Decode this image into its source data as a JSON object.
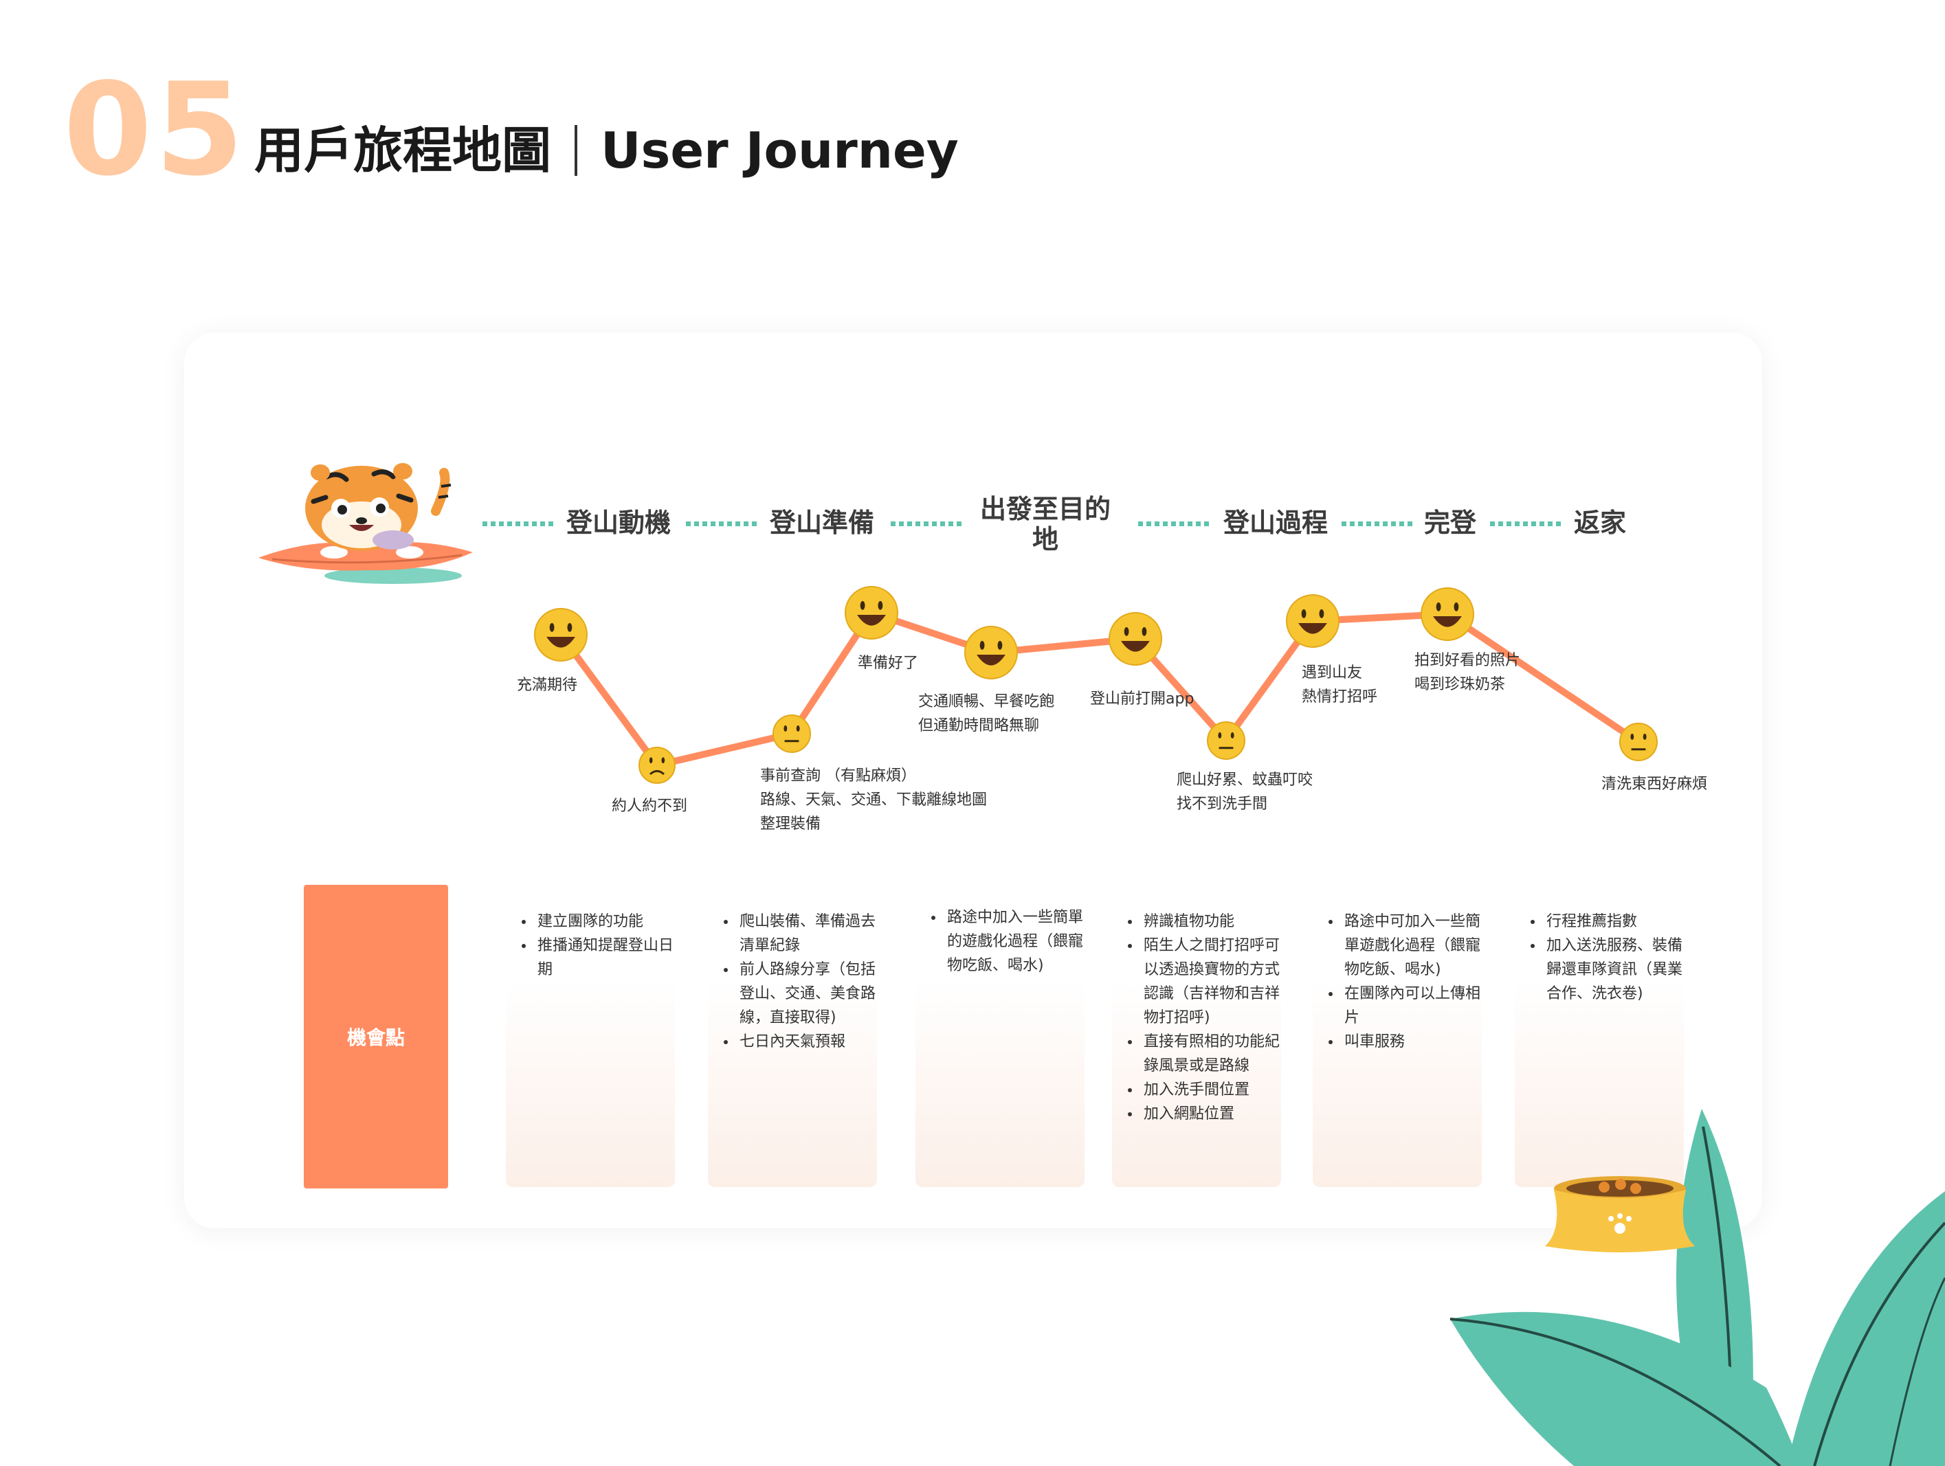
{
  "header": {
    "section_number": "05",
    "title_zh": "用戶旅程地圖",
    "title_en": "User Journey"
  },
  "stages": [
    "登山動機",
    "登山準備",
    "出發至目的\n地",
    "登山過程",
    "完登",
    "返家"
  ],
  "emotion_curve": {
    "points": [
      {
        "label": "充滿期待",
        "mood": "happy"
      },
      {
        "label": "約人約不到",
        "mood": "sad"
      },
      {
        "label": "事前查詢 （有點麻煩）\n路線、天氣、交通、下載離線地圖\n整理裝備",
        "mood": "neutral"
      },
      {
        "label": "準備好了",
        "mood": "happy"
      },
      {
        "label": "交通順暢、早餐吃飽\n但通勤時間略無聊",
        "mood": "happy"
      },
      {
        "label": "登山前打開app",
        "mood": "happy"
      },
      {
        "label": "爬山好累、蚊蟲叮咬\n找不到洗手間",
        "mood": "neutral"
      },
      {
        "label": "遇到山友\n熱情打招呼",
        "mood": "happy"
      },
      {
        "label": "拍到好看的照片\n喝到珍珠奶茶",
        "mood": "happy"
      },
      {
        "label": "清洗東西好麻煩",
        "mood": "neutral"
      }
    ],
    "line_color": "#ff8c61",
    "face_color": "#f7c531"
  },
  "opportunities": {
    "header": "機會點",
    "columns": [
      [
        "建立團隊的功能",
        "推播通知提醒登山日期"
      ],
      [
        "爬山裝備、準備過去清單紀錄",
        "前人路線分享（包括登山、交通、美食路線，直接取得)",
        "七日內天氣預報"
      ],
      [
        "路途中加入一些簡單的遊戲化過程（餵寵物吃飯、喝水)"
      ],
      [
        "辨識植物功能",
        "陌生人之間打招呼可以透過換寶物的方式認識（吉祥物和吉祥物打招呼)",
        "直接有照相的功能紀錄風景或是路線",
        "加入洗手間位置",
        "加入網點位置"
      ],
      [
        "路途中可加入一些簡單遊戲化過程（餵寵物吃飯、喝水)",
        "在團隊內可以上傳相片",
        "叫車服務"
      ],
      [
        "行程推薦指數",
        "加入送洗服務、裝備歸還車隊資訊（異業合作、洗衣卷)"
      ]
    ]
  },
  "colors": {
    "accent_orange": "#ff8c61",
    "number_peach": "#ffc9a1",
    "teal": "#5ec3ad",
    "emoji_yellow": "#f7c531"
  }
}
